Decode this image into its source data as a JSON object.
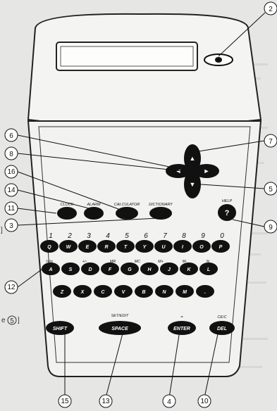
{
  "device": {
    "fn_labels": [
      "CLOCK",
      "ALARM",
      "CALCULATOR",
      "DICTIONARY",
      "HELP"
    ],
    "digits": [
      "1",
      "2",
      "3",
      "4",
      "5",
      "6",
      "7",
      "8",
      "9",
      "0"
    ],
    "row1": [
      "Q",
      "W",
      "E",
      "R",
      "T",
      "Y",
      "U",
      "I",
      "O",
      "P"
    ],
    "row2": [
      "A",
      "S",
      "D",
      "F",
      "G",
      "H",
      "J",
      "K",
      "L"
    ],
    "row3": [
      "Z",
      "X",
      "C",
      "V",
      "B",
      "N",
      "M",
      "."
    ],
    "row2_small": [
      "½/ix",
      "+/-",
      "MR",
      "MC",
      "M+",
      "M-",
      "%"
    ],
    "bottom_keys": {
      "shift": "SHIFT",
      "space": "SPACE",
      "enter": "ENTER",
      "del": "DEL"
    },
    "bottom_labels": {
      "setedit": "SET/EDIT",
      "eq": "=",
      "cec": "CE/C"
    },
    "help_glyph": "?"
  },
  "callouts": [
    "2",
    "6",
    "7",
    "8",
    "16",
    "5",
    "14",
    "11",
    "3",
    "9",
    "12",
    "15",
    "13",
    "4",
    "10"
  ],
  "side_text": {
    "left_bracket": "]",
    "left_ref": "e",
    "left_ref_num": "5",
    "left_ref_close": "]"
  }
}
